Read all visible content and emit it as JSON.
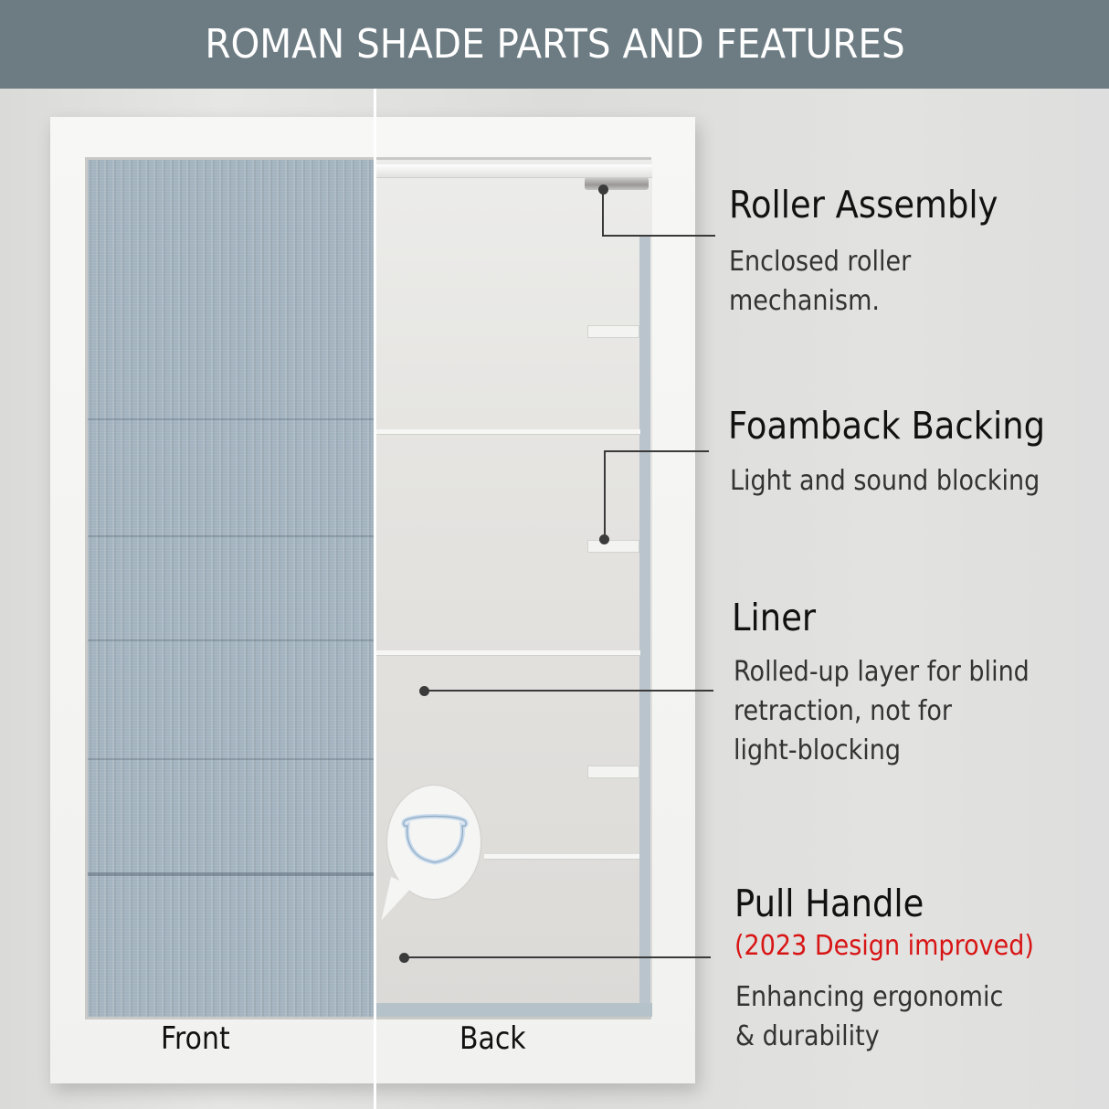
{
  "header": {
    "title": "ROMAN SHADE PARTS AND FEATURES",
    "background_color": "#6d7c83"
  },
  "image": {
    "front_label": "Front",
    "back_label": "Back",
    "handle_callout_icon": "pull-handle-icon"
  },
  "features": [
    {
      "title": "Roller Assembly",
      "description": "Enclosed roller\nmechanism."
    },
    {
      "title": "Foamback Backing",
      "description": "Light and sound blocking"
    },
    {
      "title": "Liner",
      "description": "Rolled-up layer for blind\nretraction, not for\nlight-blocking"
    },
    {
      "title": "Pull Handle",
      "note": "(2023 Design improved)",
      "description": "Enhancing ergonomic\n& durability"
    }
  ],
  "colors": {
    "note_red": "#d81515",
    "shade_front": "#a3b3bf",
    "text_dark": "#111111"
  }
}
